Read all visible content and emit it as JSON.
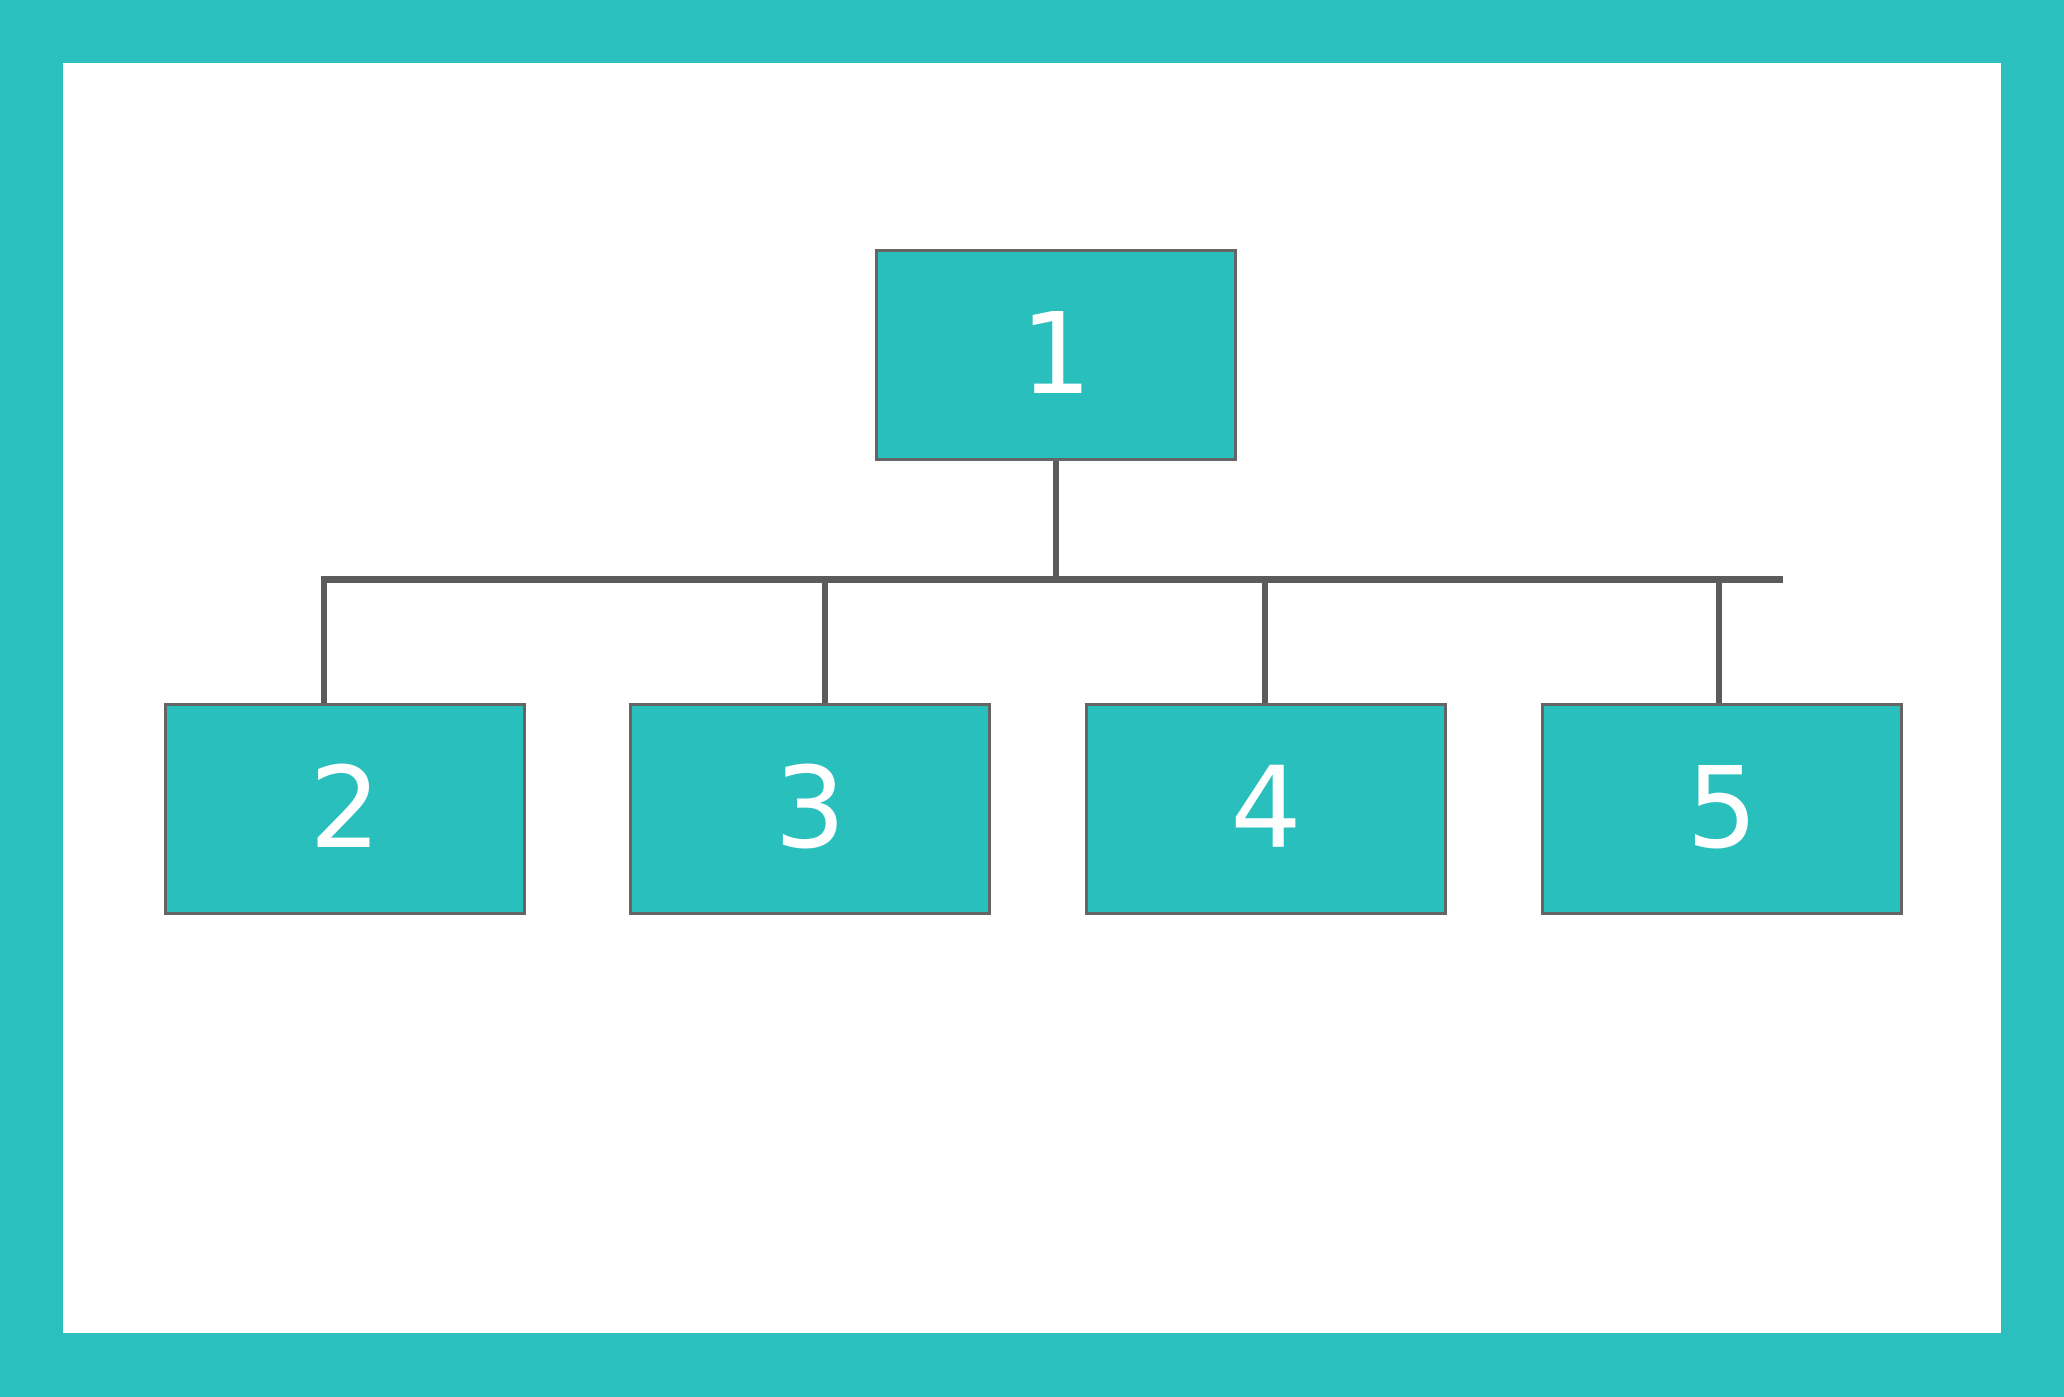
{
  "diagram": {
    "type": "hierarchy",
    "nodes": [
      {
        "id": "1",
        "label": "1",
        "parent": null
      },
      {
        "id": "2",
        "label": "2",
        "parent": "1"
      },
      {
        "id": "3",
        "label": "3",
        "parent": "1"
      },
      {
        "id": "4",
        "label": "4",
        "parent": "1"
      },
      {
        "id": "5",
        "label": "5",
        "parent": "1"
      }
    ]
  },
  "colors": {
    "border_frame": "#2bbfbe",
    "node_fill": "#28bfbd",
    "node_border": "#656565",
    "connector": "#5b5b5b",
    "node_text": "#ffffff",
    "background": "#ffffff"
  }
}
